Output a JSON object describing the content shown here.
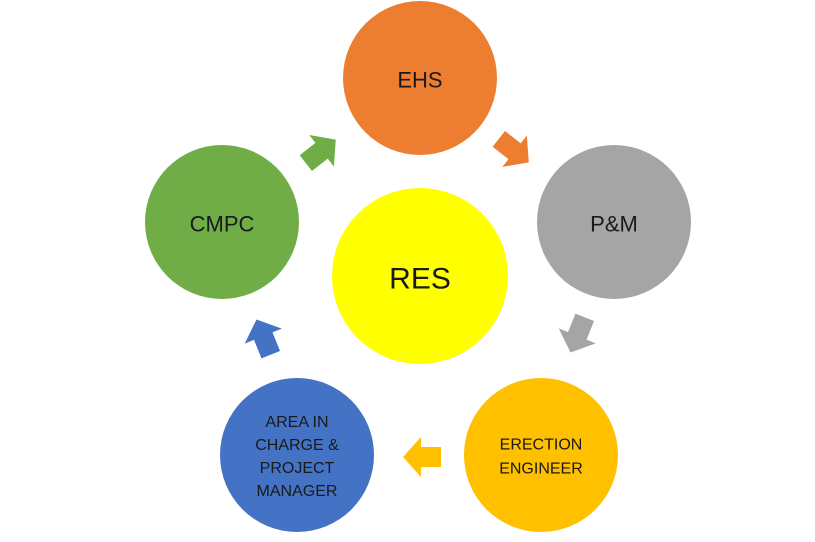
{
  "diagram": {
    "center": {
      "label": "RES",
      "color": "#FFFF00"
    },
    "nodes": [
      {
        "id": "ehs",
        "lines": [
          "EHS"
        ],
        "color": "#ED7D31"
      },
      {
        "id": "pm",
        "lines": [
          "P&M"
        ],
        "color": "#A5A5A5"
      },
      {
        "id": "erection-engineer",
        "lines": [
          "ERECTION",
          "ENGINEER"
        ],
        "color": "#FFC000"
      },
      {
        "id": "area-in-charge-project-manager",
        "lines": [
          "AREA IN",
          "CHARGE &",
          "PROJECT",
          "MANAGER"
        ],
        "color": "#4472C4"
      },
      {
        "id": "cmpc",
        "lines": [
          "CMPC"
        ],
        "color": "#70AD47"
      }
    ],
    "arrows": [
      {
        "from": "ehs",
        "to": "pm",
        "color": "#ED7D31",
        "direction": "down-right"
      },
      {
        "from": "pm",
        "to": "erection-engineer",
        "color": "#A5A5A5",
        "direction": "down-left"
      },
      {
        "from": "erection-engineer",
        "to": "area-in-charge-project-manager",
        "color": "#FFC000",
        "direction": "left"
      },
      {
        "from": "area-in-charge-project-manager",
        "to": "cmpc",
        "color": "#4472C4",
        "direction": "up-left"
      },
      {
        "from": "cmpc",
        "to": "ehs",
        "color": "#70AD47",
        "direction": "up-right"
      }
    ]
  }
}
